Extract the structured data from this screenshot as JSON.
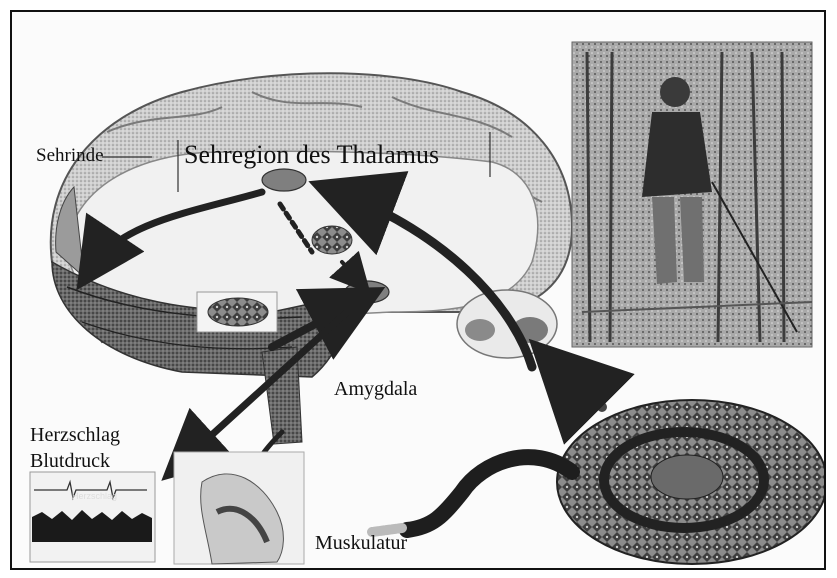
{
  "labels": {
    "sehrinde": "Sehrinde",
    "thalamus": "Sehregion des Thalamus",
    "amygdala": "Amygdala",
    "herzschlag": "Herzschlag",
    "blutdruck": "Blutdruck",
    "muskulatur": "Muskulatur",
    "ecg_label": "Herzschlag"
  }
}
